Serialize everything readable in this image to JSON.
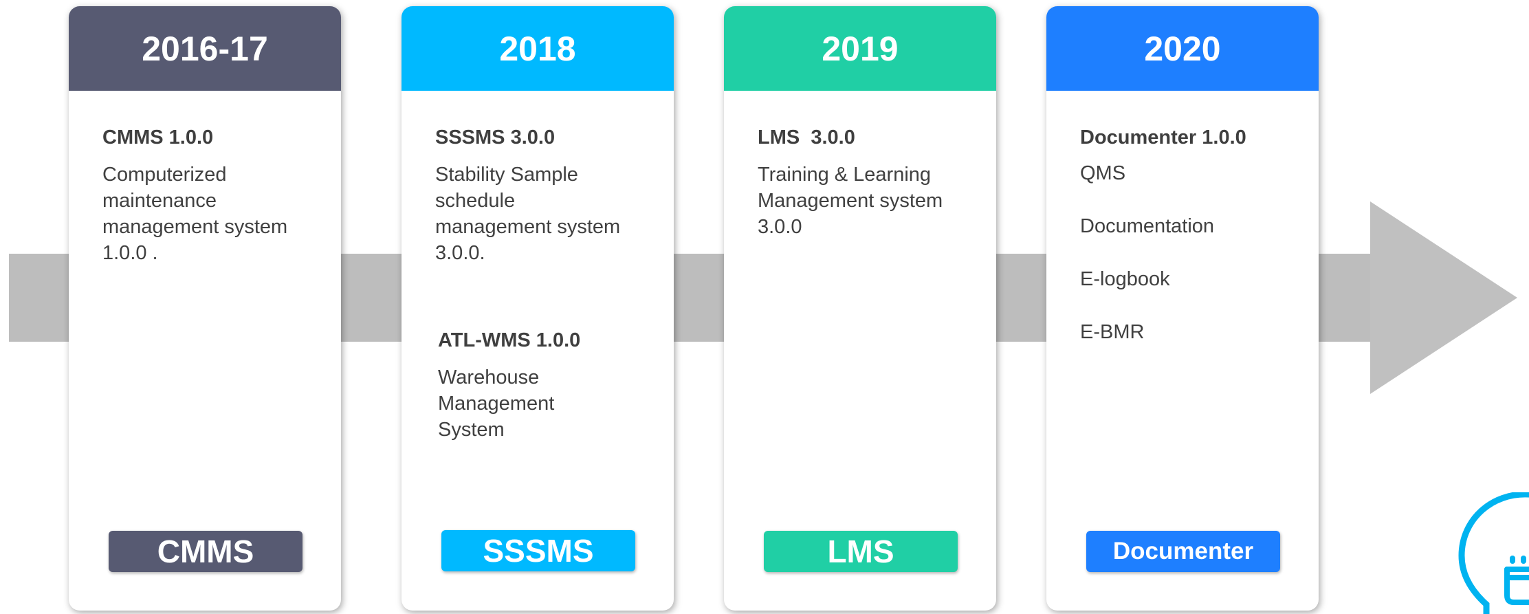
{
  "colors": {
    "card1": "#575a72",
    "card2": "#00b9ff",
    "card3": "#20cfa5",
    "card4": "#1e7fff",
    "arrow": "#bdbdbd",
    "bulb": "#00b3f0"
  },
  "cards": [
    {
      "year": "2016-17",
      "items": [
        {
          "title": "CMMS 1.0.0",
          "desc": "Computerized\nmaintenance\nmanagement system\n1.0.0 ."
        }
      ],
      "footer": "CMMS"
    },
    {
      "year": "2018",
      "items": [
        {
          "title": "SSSMS 3.0.0",
          "desc": "Stability Sample\nschedule\nmanagement system\n3.0.0."
        },
        {
          "title": "ATL-WMS 1.0.0",
          "desc": "Warehouse\nManagement\nSystem"
        }
      ],
      "footer": "SSSMS"
    },
    {
      "year": "2019",
      "items": [
        {
          "title": "LMS  3.0.0",
          "desc": "Training & Learning\nManagement system\n3.0.0"
        }
      ],
      "footer": "LMS"
    },
    {
      "year": "2020",
      "items": [
        {
          "title": "Documenter 1.0.0",
          "list": [
            "QMS",
            "Documentation",
            "E-logbook",
            "E-BMR"
          ]
        }
      ],
      "footer": "Documenter"
    }
  ]
}
